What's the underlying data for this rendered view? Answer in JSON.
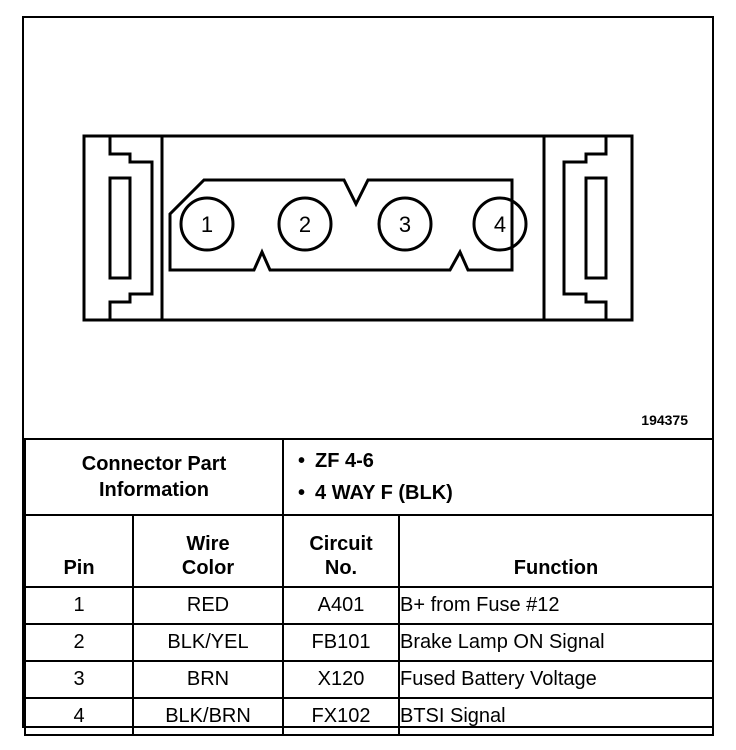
{
  "figure_id": "194375",
  "connector": {
    "pins": [
      "1",
      "2",
      "3",
      "4"
    ]
  },
  "part_info": {
    "label": "Connector Part Information",
    "label_line1": "Connector Part",
    "label_line2": "Information",
    "items": [
      "ZF 4-6",
      "4 WAY F (BLK)"
    ]
  },
  "columns": {
    "pin": "Pin",
    "wire_line1": "Wire",
    "wire_line2": "Color",
    "circuit_line1": "Circuit",
    "circuit_line2": "No.",
    "function": "Function"
  },
  "rows": [
    {
      "pin": "1",
      "wire": "RED",
      "circuit": "A401",
      "function": "B+ from Fuse #12"
    },
    {
      "pin": "2",
      "wire": "BLK/YEL",
      "circuit": "FB101",
      "function": "Brake Lamp ON Signal"
    },
    {
      "pin": "3",
      "wire": "BRN",
      "circuit": "X120",
      "function": "Fused Battery Voltage"
    },
    {
      "pin": "4",
      "wire": "BLK/BRN",
      "circuit": "FX102",
      "function": "BTSI Signal"
    }
  ]
}
